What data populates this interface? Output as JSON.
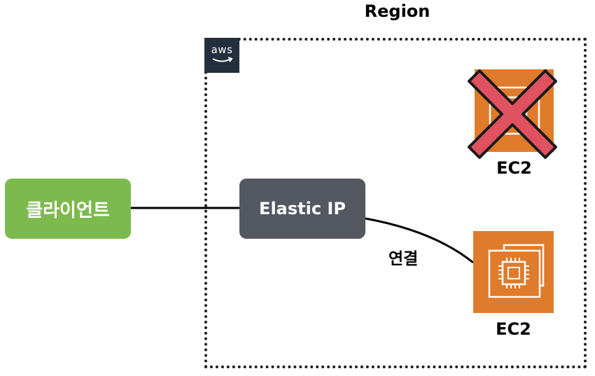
{
  "region": {
    "title": "Region"
  },
  "aws": {
    "logo_text": "aws"
  },
  "client": {
    "label": "클라이언트"
  },
  "elastic_ip": {
    "label": "Elastic IP"
  },
  "connection": {
    "label": "연결"
  },
  "instances": [
    {
      "label": "EC2",
      "status": "terminated",
      "icon": "ec2-icon"
    },
    {
      "label": "EC2",
      "status": "connected",
      "icon": "ec2-icon"
    }
  ],
  "colors": {
    "client": "#7dba4d",
    "elastic_ip": "#545860",
    "ec2": "#e07b2b",
    "aws_badge": "#232f3e",
    "cross": "#e05260"
  }
}
